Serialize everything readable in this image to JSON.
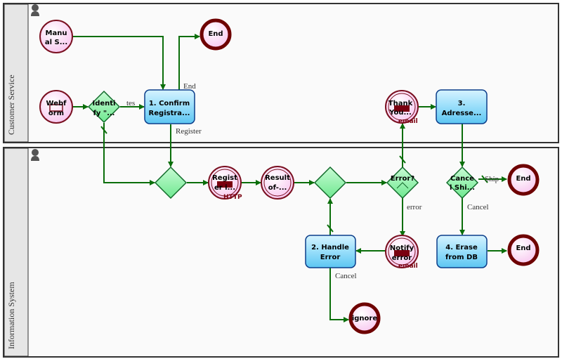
{
  "lanes": [
    {
      "title": "Customer Service",
      "icon": "user-icon"
    },
    {
      "title": "Information System",
      "icon": "user-icon"
    }
  ],
  "events": {
    "manual_start": {
      "line1": "Manu",
      "line2": "al S..."
    },
    "webform_start": {
      "line1": "Webf",
      "line2": "orm",
      "icon": "webform-icon"
    },
    "end_cs": {
      "label": "End"
    },
    "register_http": {
      "line1": "Regist",
      "line2": "er i...",
      "tag": "HTTP"
    },
    "result": {
      "line1": "Result",
      "line2": "of-..."
    },
    "thank_you": {
      "line1": "Thank",
      "line2": "You...",
      "tag": "email"
    },
    "notify_error": {
      "line1": "Notify",
      "line2": "error",
      "tag": "email"
    },
    "end_ship": {
      "label": "End"
    },
    "end_erase": {
      "label": "End"
    },
    "ignore": {
      "label": "ignore"
    }
  },
  "gateways": {
    "identify": {
      "line1": "Identi",
      "line2": "fy \"..."
    },
    "error": {
      "line1": "Error?"
    },
    "cancel_ship": {
      "line1": "Cance",
      "line2": "l Shi..."
    }
  },
  "tasks": {
    "confirm": {
      "line1": "1. Confirm",
      "line2": "Registra..."
    },
    "address": {
      "line1": "3.",
      "line2": "Adresse..."
    },
    "handle_error": {
      "line1": "2. Handle",
      "line2": "Error"
    },
    "erase": {
      "line1": "4. Erase",
      "line2": "from DB"
    }
  },
  "edge_labels": {
    "tes": "tes",
    "end": "End",
    "register": "Register",
    "error": "error",
    "ship": "Ship",
    "cancel_ship": "Cancel",
    "cancel_error": "Cancel"
  },
  "colors": {
    "flow": "#0a6e0a",
    "task": "#7fd3f7",
    "gateway": "#8ef0a8",
    "event": "#fbd7f4",
    "end_border": "#6e0000"
  }
}
